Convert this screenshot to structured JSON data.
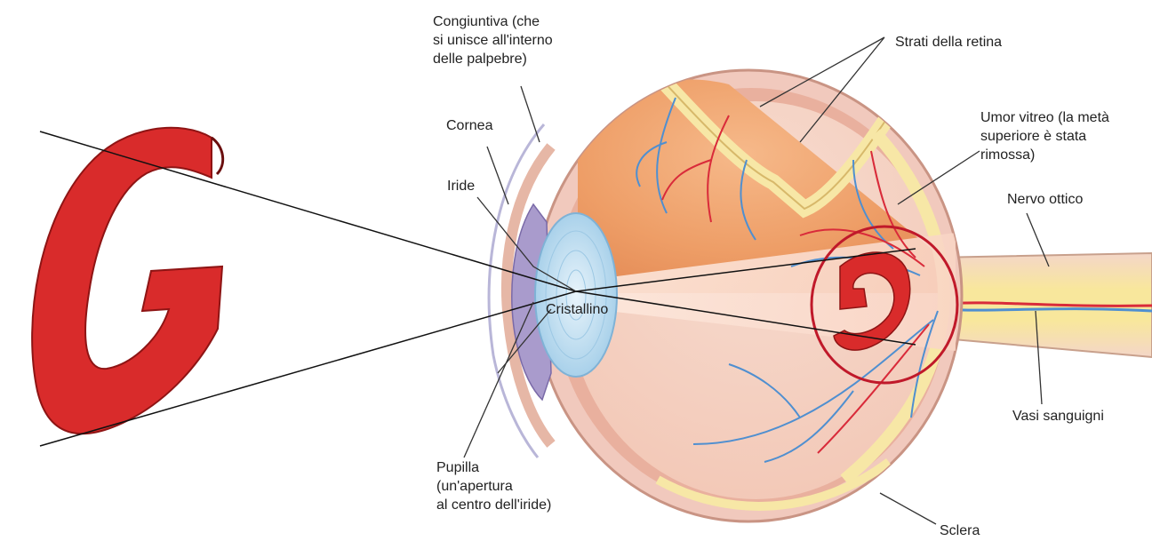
{
  "labels": {
    "congiuntiva": "Congiuntiva (che\nsi unisce all'interno\ndelle palpebre)",
    "strati_retina": "Strati della retina",
    "cornea": "Cornea",
    "umor_vitreo": "Umor vitreo (la metà\nsuperiore è stata\nrimossa)",
    "iride": "Iride",
    "nervo_ottico": "Nervo ottico",
    "cristallino": "Cristallino",
    "vasi_sanguigni": "Vasi sanguigni",
    "pupilla": "Pupilla\n(un'apertura\nal centro dell'iride)",
    "sclera": "Sclera"
  },
  "colors": {
    "letter_red": "#d92b2b",
    "sclera_pink": "#f1c9bd",
    "interior_orange": "#eea06a",
    "retina_yellow": "#f7e7a6",
    "lens_blue": "#c6e2f2",
    "iris_purple": "#a99bcc",
    "vein_blue": "#4f8fd0",
    "artery_red": "#d92b3a"
  },
  "icons": {
    "object": "letter-g-icon",
    "retinal_image": "inverted-letter-g-icon"
  }
}
